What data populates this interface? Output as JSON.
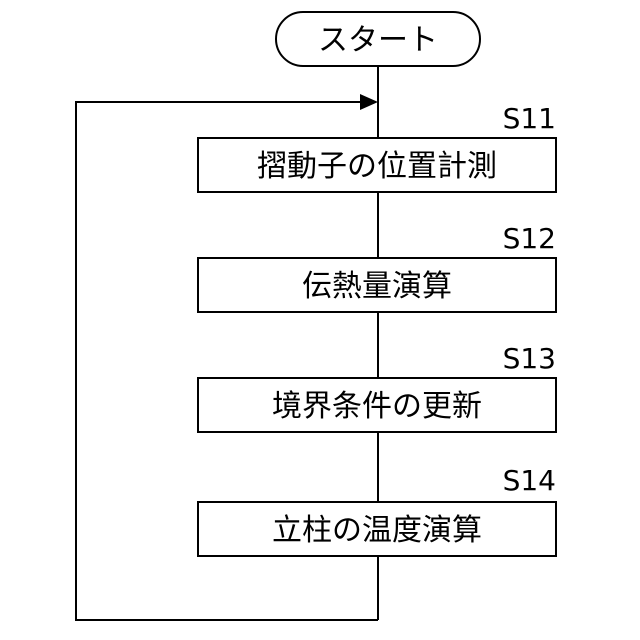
{
  "flowchart": {
    "start": {
      "label": "スタート"
    },
    "steps": [
      {
        "id": "S11",
        "label": "摺動子の位置計測"
      },
      {
        "id": "S12",
        "label": "伝熱量演算"
      },
      {
        "id": "S13",
        "label": "境界条件の更新"
      },
      {
        "id": "S14",
        "label": "立柱の温度演算"
      }
    ],
    "colors": {
      "stroke": "#000000",
      "fill": "#ffffff",
      "text": "#000000"
    }
  }
}
